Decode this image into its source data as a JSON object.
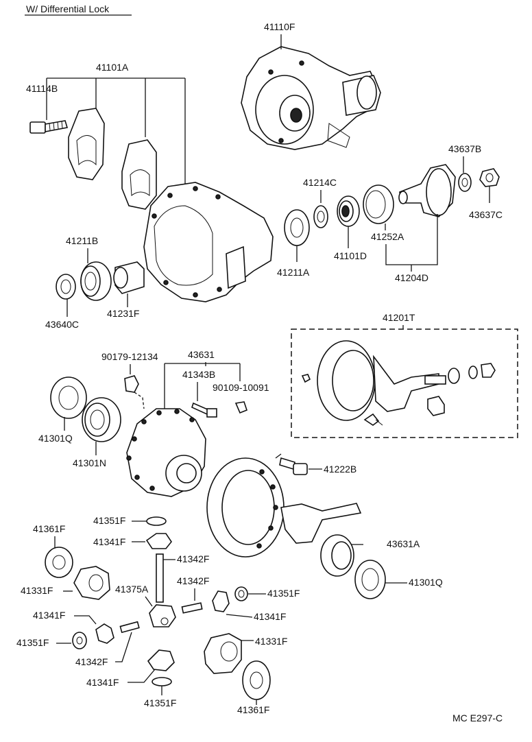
{
  "title": "W/ Differential Lock",
  "footer_code": "MC  E297-C",
  "labels": {
    "p41110F": "41110F",
    "p41101A": "41101A",
    "p41114B": "41114B",
    "p43637B": "43637B",
    "p43637C": "43637C",
    "p41214C": "41214C",
    "p41211B": "41211B",
    "p41252A": "41252A",
    "p41211A": "41211A",
    "p41101D": "41101D",
    "p41204D": "41204D",
    "p43640C": "43640C",
    "p41231F": "41231F",
    "p41201T": "41201T",
    "p90179": "90179-12134",
    "p43631": "43631",
    "p41343B": "41343B",
    "p90109": "90109-10091",
    "p41301Q_a": "41301Q",
    "p41301N": "41301N",
    "p41222B": "41222B",
    "p41351F_a": "41351F",
    "p41361F_a": "41361F",
    "p41341F_a": "41341F",
    "p41342F_a": "41342F",
    "p43631A": "43631A",
    "p41331F_a": "41331F",
    "p41375A": "41375A",
    "p41342F_b": "41342F",
    "p41301Q_b": "41301Q",
    "p41351F_b": "41351F",
    "p41341F_b": "41341F",
    "p41341F_c": "41341F",
    "p41331F_b": "41331F",
    "p41351F_c": "41351F",
    "p41342F_c": "41342F",
    "p41341F_d": "41341F",
    "p41351F_d": "41351F",
    "p41361F_b": "41361F"
  }
}
